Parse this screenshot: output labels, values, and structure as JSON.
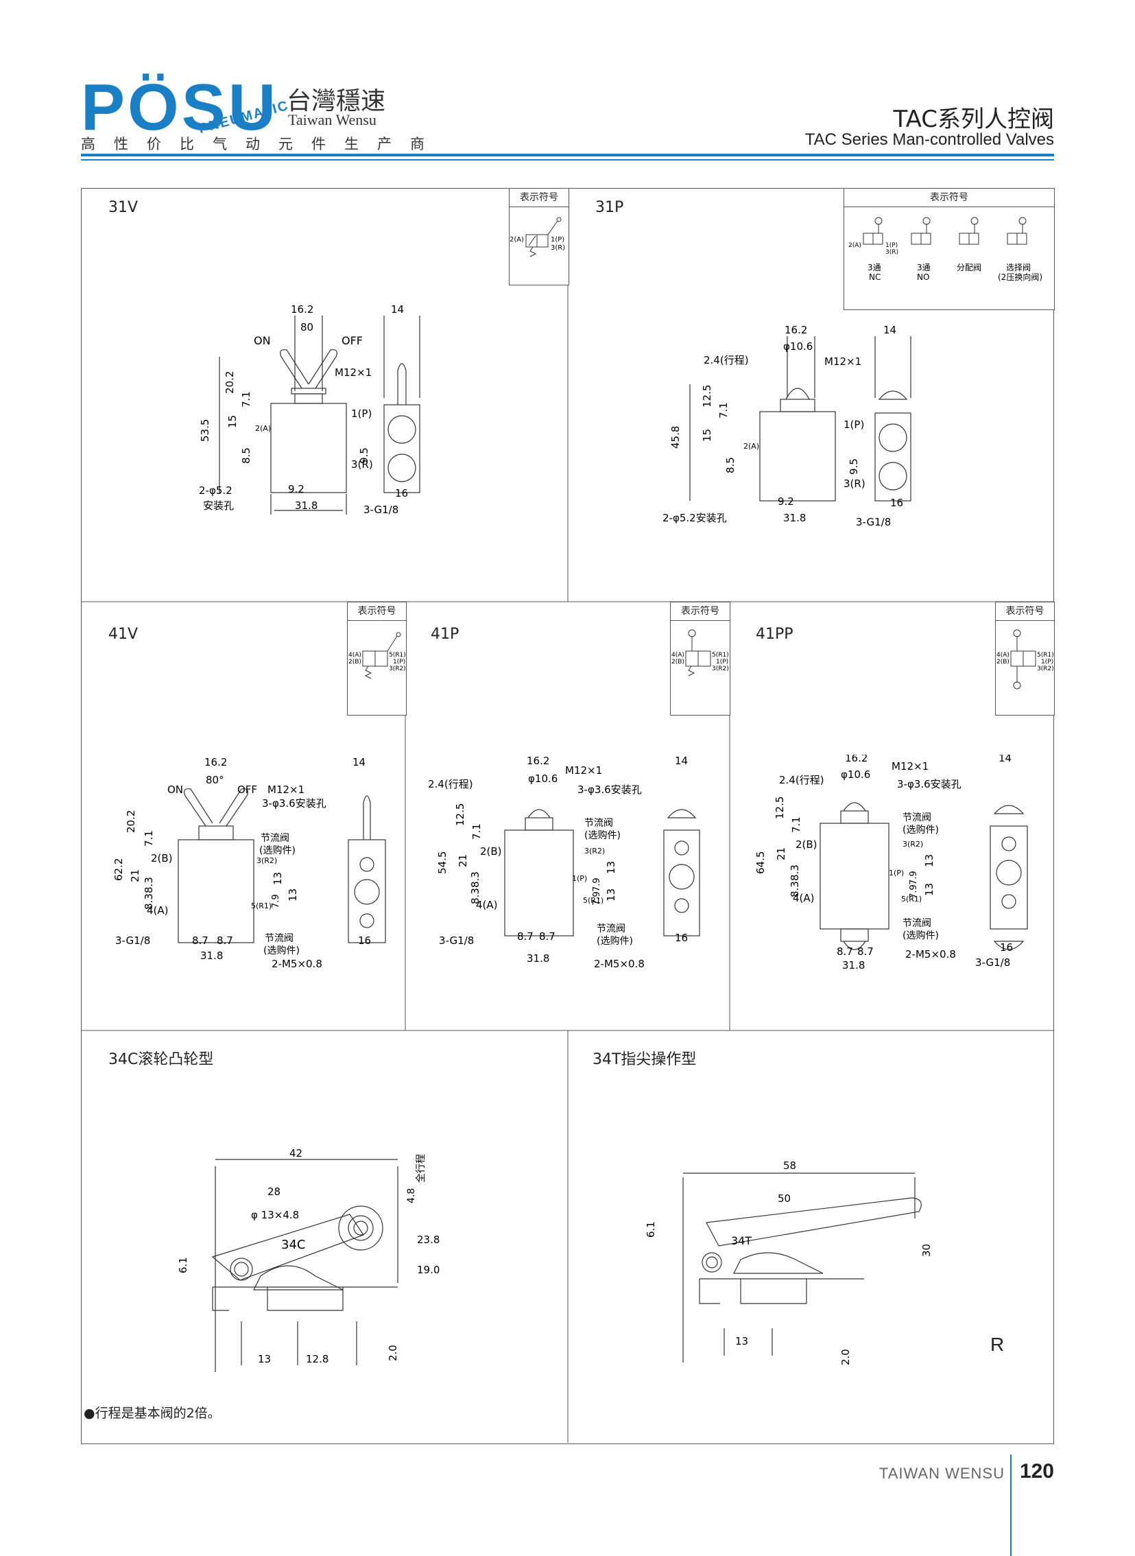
{
  "header": {
    "brand_latin": "PÖSU",
    "brand_ribbon": "PNEUMATIC",
    "brand_cn": "台灣穩速",
    "brand_en": "Taiwan Wensu",
    "tagline": "高性价比气动元件生产商",
    "title_cn": "TAC系列人控阀",
    "title_en": "TAC Series Man-controlled Valves"
  },
  "symbol_header": "表示符号",
  "panels": {
    "p31v": {
      "name": "31V"
    },
    "p31p": {
      "name": "31P"
    },
    "p41v": {
      "name": "41V"
    },
    "p41p": {
      "name": "41P"
    },
    "p41pp": {
      "name": "41PP"
    },
    "p34c": {
      "name": "34C滚轮凸轮型"
    },
    "p34t": {
      "name": "34T指尖操作型"
    }
  },
  "symbol_labels": {
    "a2": "2(A)",
    "p1": "1(P)",
    "r3": "3(R)",
    "a4": "4(A)",
    "b2": "2(B)",
    "r5": "5(R1)",
    "r32": "3(R2)",
    "nc": "3通",
    "nc2": "NC",
    "no": "3通",
    "no2": "NO",
    "dist": "分配阀",
    "sel": "选择阀",
    "sel2": "(2压换向阀)"
  },
  "dims": {
    "d16_2": "16.2",
    "d80": "80",
    "d14": "14",
    "on": "ON",
    "off": "OFF",
    "m12": "M12×1",
    "d53_5": "53.5",
    "d20_2": "20.2",
    "d7_1": "7.1",
    "d15": "15",
    "d8_5": "8.5",
    "d8_5b": "8.5",
    "d9_5": "9.5",
    "d7_1b": "7.1",
    "d9_2": "9.2",
    "d31_8": "31.8",
    "d16": "16",
    "hole": "2-φ5.2",
    "hole_cn": "安装孔",
    "g18": "3-G1/8",
    "d10_6": "φ10.6",
    "stroke": "2.4(行程)",
    "d12_5": "12.5",
    "d45_8": "45.8",
    "hole2": "2-φ5.2安装孔",
    "d80deg": "80°",
    "hole3": "3-φ3.6安装孔",
    "throttle": "节流阀",
    "option": "(选购件)",
    "d62_2": "62.2",
    "d21": "21",
    "d8_3": "8.3",
    "d8_3b": "8.3",
    "d8_7": "8.7",
    "d8_7b": "8.7",
    "d13": "13",
    "d13b": "13",
    "d7_9": "7.9",
    "d7_9b": "7.9",
    "m5": "2-M5×0.8",
    "d54_5": "54.5",
    "d64_5": "64.5",
    "d42": "42",
    "d28": "28",
    "roller": "φ 13×4.8",
    "d4_8": "4.8",
    "full": "全行程",
    "d23_8": "23.8",
    "d19": "19.0",
    "d6_1": "6.1",
    "d12_8": "12.8",
    "d2_0": "2.0",
    "tag34c": "34C",
    "d58": "58",
    "d50": "50",
    "d30": "30",
    "tag34t": "34T"
  },
  "note": "●行程是基本阀的2倍。",
  "page_letter": "R",
  "footer": {
    "brand": "TAIWAN WENSU",
    "page": "120"
  },
  "colors": {
    "brand_blue": "#1a7fc4",
    "line": "#555555"
  }
}
